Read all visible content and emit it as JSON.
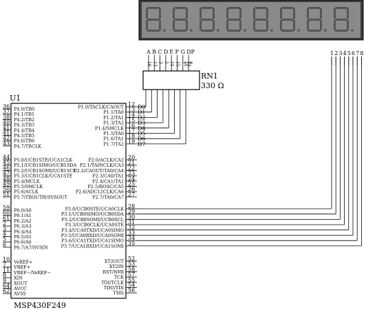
{
  "title": {
    "ref": "U1",
    "part": "MSP430F249"
  },
  "display": {
    "digits": 8,
    "segment_labels": [
      "A",
      "B",
      "C",
      "D",
      "E",
      "F",
      "G",
      "DP"
    ],
    "segment_pins": [
      "16",
      "13",
      "3",
      "5",
      "11",
      "15",
      "7",
      "14"
    ],
    "extra_pins": [
      "10",
      "9"
    ],
    "digit_pins": [
      "1",
      "2",
      "3",
      "4",
      "5",
      "6",
      "7",
      "8"
    ]
  },
  "resistor": {
    "ref": "RN1",
    "value": "330 Ω"
  },
  "left_pins": [
    {
      "num": "36",
      "label": "P4.0/TB0"
    },
    {
      "num": "37",
      "label": "P4.1/TB1"
    },
    {
      "num": "38",
      "label": "P4.2/TB2"
    },
    {
      "num": "40",
      "label": "P4.3/TB3"
    },
    {
      "num": "41",
      "label": "P4.4/TB4"
    },
    {
      "num": "41",
      "label": "P4.5/TB5"
    },
    {
      "num": "42",
      "label": "P4.6/TB6"
    },
    {
      "num": "43",
      "label": "P4.7/TBCLK"
    },
    {
      "num": "44",
      "label": "P5.0/UCB1STE/UCA1CLK"
    },
    {
      "num": "45",
      "label": "P5.1/UCB1SIMO/UCB1SDA"
    },
    {
      "num": "46",
      "label": "P5.2/UCB1SOMI/UCB1SCL"
    },
    {
      "num": "47",
      "label": "P5.3/UCB1CLK/UCA1STE"
    },
    {
      "num": "48",
      "label": "P5.4/MCLK"
    },
    {
      "num": "49",
      "label": "P5.5/SMCLK"
    },
    {
      "num": "50",
      "label": "P5.6/ACLK"
    },
    {
      "num": "51",
      "label": "P5.7/TBOUTH/SVSOUT"
    },
    {
      "num": "59",
      "label": "P6.0/A0"
    },
    {
      "num": "60",
      "label": "P6.1/A1"
    },
    {
      "num": "61",
      "label": "P6.2/A2"
    },
    {
      "num": "2",
      "label": "P6.3/A3"
    },
    {
      "num": "3",
      "label": "P6.4/A4"
    },
    {
      "num": "4",
      "label": "P6.5/A5"
    },
    {
      "num": "5",
      "label": "P6.6/A6"
    },
    {
      "num": "6",
      "label": "P6.7/A7/SVSIN"
    },
    {
      "num": "10",
      "label": "VeREF+"
    },
    {
      "num": "7",
      "label": "VREF+"
    },
    {
      "num": "11",
      "label": "VREF−/VeREF−"
    },
    {
      "num": "8",
      "label": "XIN"
    },
    {
      "num": "9",
      "label": "XOUT"
    },
    {
      "num": "64",
      "label": "AVCC"
    },
    {
      "num": "62",
      "label": "AVSS"
    }
  ],
  "right_pins": [
    {
      "num": "12",
      "label": "P1.0/TACLK/CAOUT",
      "net": "D0"
    },
    {
      "num": "13",
      "label": "P1.1/TA0",
      "net": "D1"
    },
    {
      "num": "14",
      "label": "P1.2/TA1",
      "net": "D2"
    },
    {
      "num": "15",
      "label": "P1.3/TA2",
      "net": "D3"
    },
    {
      "num": "16",
      "label": "P1.4/SMCLK",
      "net": "D4"
    },
    {
      "num": "17",
      "label": "P1.5/TA0",
      "net": "D5"
    },
    {
      "num": "18",
      "label": "P1.6/TA1",
      "net": "D6"
    },
    {
      "num": "19",
      "label": "P1.7/TA2",
      "net": "D7"
    },
    {
      "num": "20",
      "label": "P2.0/ACLK/CA2",
      "net": ""
    },
    {
      "num": "21",
      "label": "P2.1/TAINCLK/CA3",
      "net": ""
    },
    {
      "num": "22",
      "label": "P2.2/CAOUT/TA0/CA4",
      "net": ""
    },
    {
      "num": "23",
      "label": "P2.3/CA0/TA1",
      "net": ""
    },
    {
      "num": "24",
      "label": "P2.4/CA1/TA2",
      "net": ""
    },
    {
      "num": "25",
      "label": "P2.5/ROSC/CA5",
      "net": ""
    },
    {
      "num": "26",
      "label": "P2.6/ADC12CLK/CA6",
      "net": ""
    },
    {
      "num": "27",
      "label": "P2.7/TA0/CA7",
      "net": ""
    },
    {
      "num": "28",
      "label": "P3.0/UCB0STE/UCA0CLK",
      "net": ""
    },
    {
      "num": "29",
      "label": "P3.1/UCB0SIMO/UCB0SDA",
      "net": ""
    },
    {
      "num": "30",
      "label": "P3.2/UCB0SOMI/UCB0SCL",
      "net": ""
    },
    {
      "num": "31",
      "label": "P3.3/UCB0CLK/UCA0STE",
      "net": ""
    },
    {
      "num": "32",
      "label": "P3.4/UCA0TXD/UCA0SIMO",
      "net": ""
    },
    {
      "num": "33",
      "label": "P3.5/UCA0RXD/UCA0SOMI",
      "net": ""
    },
    {
      "num": "34",
      "label": "P3.6/UCA1TXD/UCA1SIMO",
      "net": ""
    },
    {
      "num": "35",
      "label": "P3.7/UCA1RXD/UCA1SOMI",
      "net": ""
    },
    {
      "num": "52",
      "label": "XT2OUT",
      "net": ""
    },
    {
      "num": "53",
      "label": "XT2IN",
      "net": ""
    },
    {
      "num": "58",
      "label": "RST/NMI",
      "net": ""
    },
    {
      "num": "57",
      "label": "TCK",
      "net": ""
    },
    {
      "num": "55",
      "label": "TDI/TCLK",
      "net": ""
    },
    {
      "num": "54",
      "label": "TDO/TDI",
      "net": ""
    },
    {
      "num": "56",
      "label": "TMS",
      "net": ""
    }
  ]
}
